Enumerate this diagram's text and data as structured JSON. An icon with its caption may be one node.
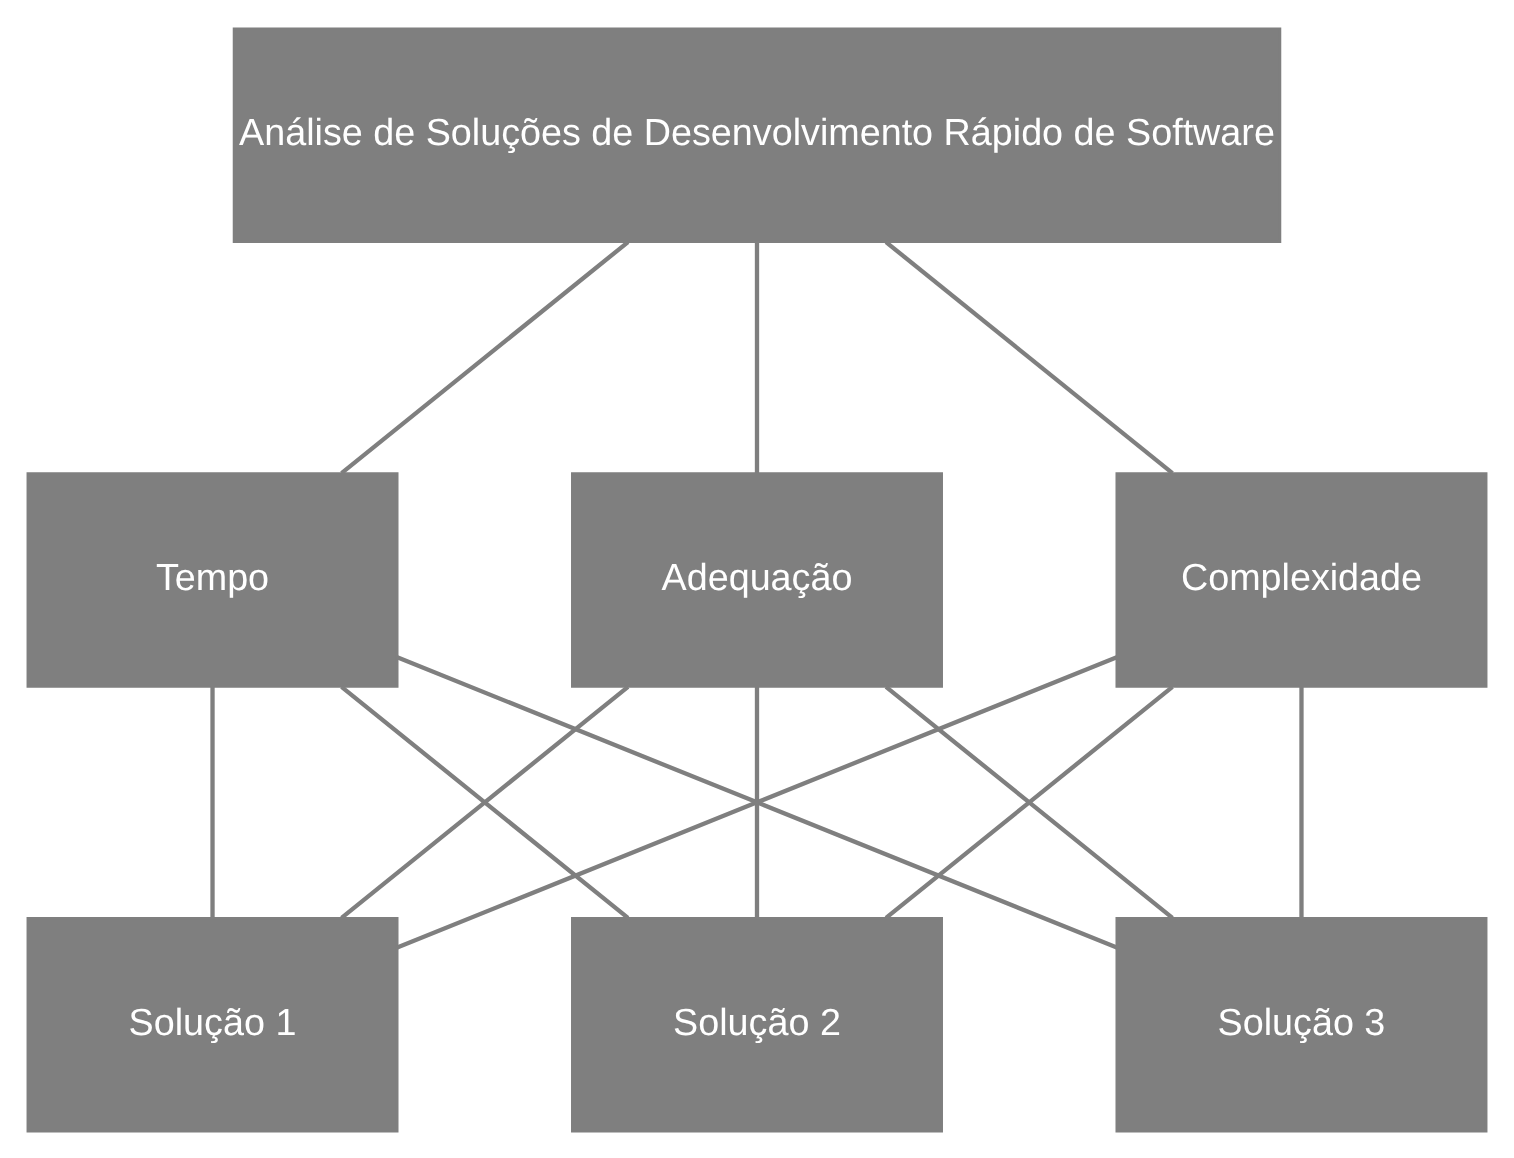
{
  "diagram": {
    "nodes": [
      {
        "text": [
          "Análise de Soluções de Desenvolvimento Rápido de Software"
        ]
      },
      {
        "text": [
          "Tempo"
        ]
      },
      {
        "text": [
          "Adequação"
        ]
      },
      {
        "text": [
          "Complexidade"
        ]
      },
      {
        "text": [
          "Solução 1"
        ]
      },
      {
        "text": [
          "Solução 2"
        ]
      },
      {
        "text": [
          "Solução 3"
        ]
      }
    ],
    "edges": [
      {
        "from": 0,
        "to": 1,
        "arrow": "none"
      },
      {
        "from": 0,
        "to": 2,
        "arrow": "none"
      },
      {
        "from": 0,
        "to": 3,
        "arrow": "none"
      },
      {
        "from": 1,
        "to": 4,
        "arrow": "none"
      },
      {
        "from": 1,
        "to": 5,
        "arrow": "none"
      },
      {
        "from": 1,
        "to": 6,
        "arrow": "none"
      },
      {
        "from": 2,
        "to": 4,
        "arrow": "none"
      },
      {
        "from": 2,
        "to": 5,
        "arrow": "none"
      },
      {
        "from": 2,
        "to": 6,
        "arrow": "none"
      },
      {
        "from": 3,
        "to": 4,
        "arrow": "none"
      },
      {
        "from": 3,
        "to": 5,
        "arrow": "none"
      },
      {
        "from": 3,
        "to": 6,
        "arrow": "none"
      }
    ]
  }
}
